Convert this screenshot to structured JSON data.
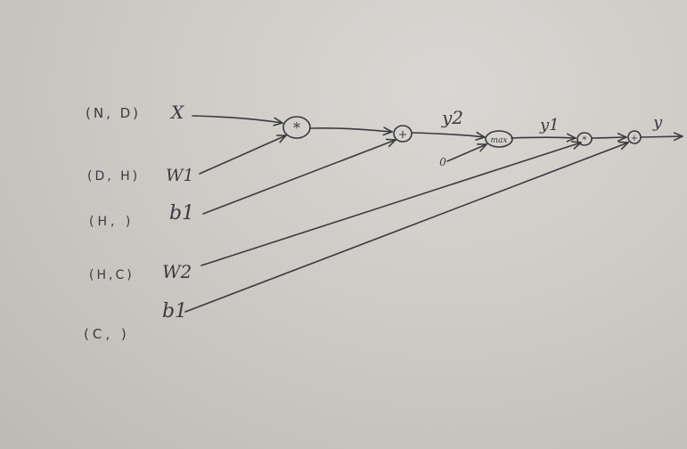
{
  "inputs": {
    "x": {
      "shape": "(N, D)",
      "name": "X"
    },
    "w1": {
      "shape": "(D, H)",
      "name": "W1"
    },
    "b1": {
      "shape": "(H, )",
      "name": "b1"
    },
    "w2": {
      "shape": "(H,C)",
      "name": "W2"
    },
    "b2": {
      "shape": "(C, )",
      "name": "b1"
    }
  },
  "nodes": {
    "mul1": "*",
    "add1": "+",
    "max": "max",
    "mul2": "*",
    "add2": "+",
    "zero": "0"
  },
  "edges": {
    "y2": "y2",
    "y1": "y1",
    "y": "y"
  },
  "colors": {
    "ink": "#3a3a3f",
    "paper": "#d2d0cc"
  }
}
